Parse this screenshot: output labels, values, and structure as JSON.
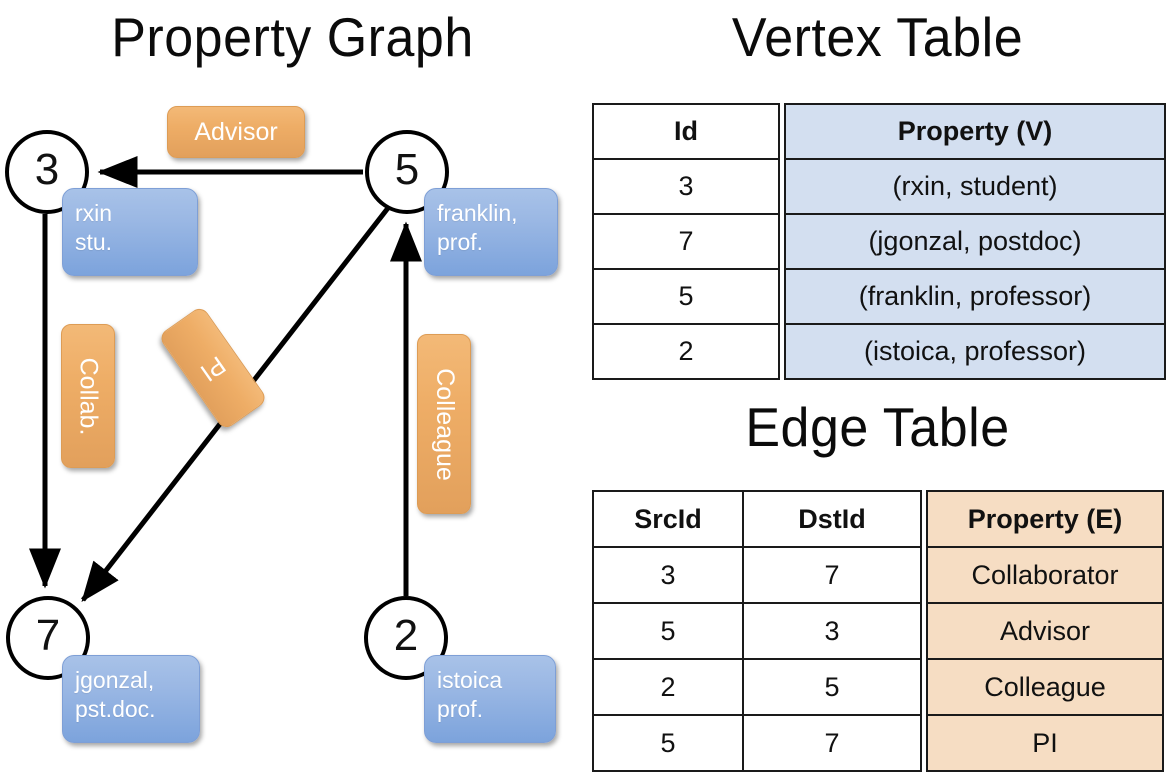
{
  "titles": {
    "graph": "Property Graph",
    "vertex_table": "Vertex Table",
    "edge_table": "Edge Table"
  },
  "graph": {
    "vertices": [
      {
        "id": "3",
        "property": "rxin\nstu."
      },
      {
        "id": "5",
        "property": "franklin,\nprof."
      },
      {
        "id": "7",
        "property": "jgonzal,\npst.doc."
      },
      {
        "id": "2",
        "property": "istoica\nprof."
      }
    ],
    "vertex_labels": {
      "v3": "3",
      "v5": "5",
      "v7": "7",
      "v2": "2"
    },
    "property_bubbles": {
      "rxin_line1": "rxin",
      "rxin_line2": "stu.",
      "franklin_line1": "franklin,",
      "franklin_line2": "prof.",
      "jgonzal_line1": "jgonzal,",
      "jgonzal_line2": "pst.doc.",
      "istoica_line1": "istoica",
      "istoica_line2": "prof."
    },
    "edge_labels": {
      "advisor": "Advisor",
      "collab": "Collab.",
      "pi": "PI",
      "colleague": "Colleague"
    },
    "edges": [
      {
        "src": "5",
        "dst": "3",
        "label": "Advisor"
      },
      {
        "src": "3",
        "dst": "7",
        "label": "Collab."
      },
      {
        "src": "5",
        "dst": "7",
        "label": "PI"
      },
      {
        "src": "2",
        "dst": "5",
        "label": "Colleague"
      }
    ]
  },
  "vertex_table": {
    "headers": [
      "Id",
      "Property (V)"
    ],
    "rows": [
      {
        "id": "3",
        "property": "(rxin, student)"
      },
      {
        "id": "7",
        "property": "(jgonzal, postdoc)"
      },
      {
        "id": "5",
        "property": "(franklin, professor)"
      },
      {
        "id": "2",
        "property": "(istoica, professor)"
      }
    ]
  },
  "edge_table": {
    "headers": [
      "SrcId",
      "DstId",
      "Property (E)"
    ],
    "rows": [
      {
        "src": "3",
        "dst": "7",
        "property": "Collaborator"
      },
      {
        "src": "5",
        "dst": "3",
        "property": "Advisor"
      },
      {
        "src": "2",
        "dst": "5",
        "property": "Colleague"
      },
      {
        "src": "5",
        "dst": "7",
        "property": "PI"
      }
    ]
  },
  "colors": {
    "vertex_property_blue": "#9bb8e4",
    "edge_label_orange": "#eead66",
    "vertex_table_cell": "#d3dff0",
    "edge_table_cell": "#f6ddc3",
    "stroke": "#000000",
    "background": "#ffffff"
  }
}
